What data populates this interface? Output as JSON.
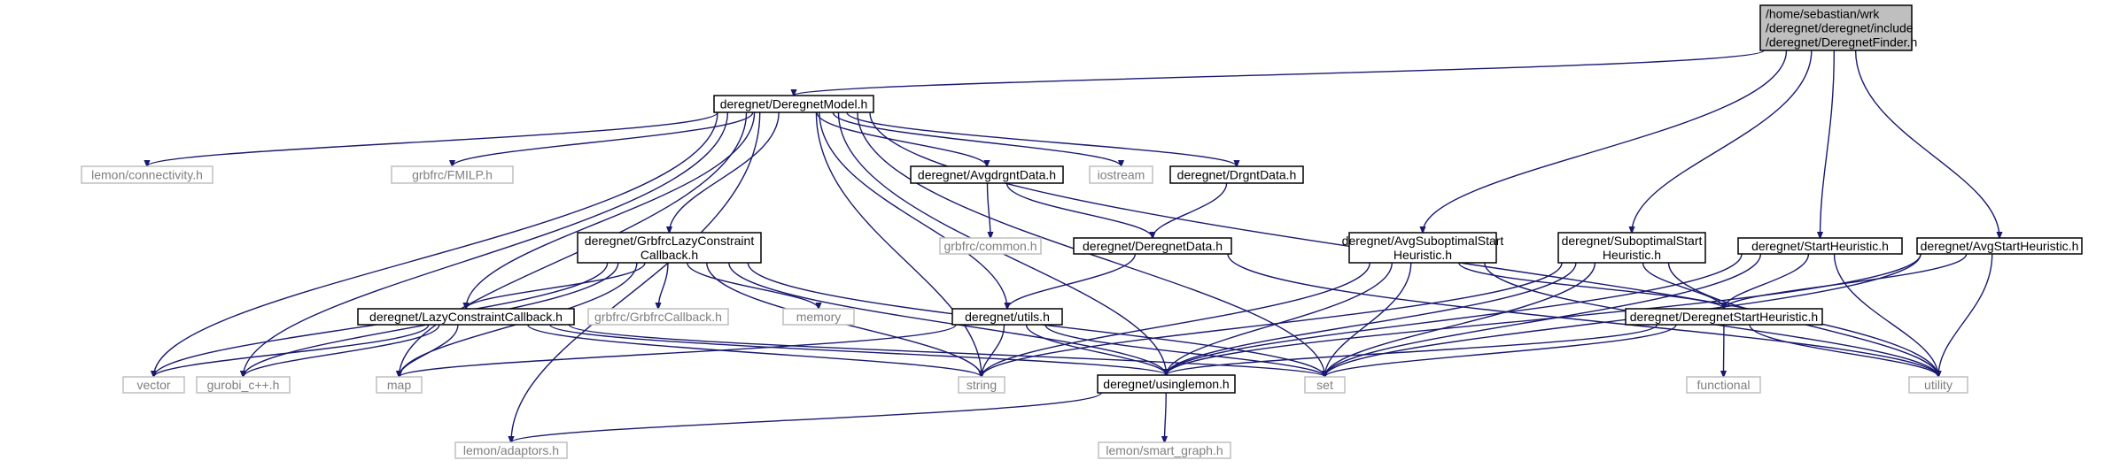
{
  "diagram": {
    "title": "",
    "nodes": [
      {
        "id": "finder",
        "kind": "root",
        "lines": [
          "/home/sebastian/wrk",
          "/deregnet/deregnet/include",
          "/deregnet/DeregnetFinder.h"
        ]
      },
      {
        "id": "model",
        "kind": "local",
        "lines": [
          "deregnet/DeregnetModel.h"
        ]
      },
      {
        "id": "connectivity",
        "kind": "system",
        "lines": [
          "lemon/connectivity.h"
        ]
      },
      {
        "id": "fmilp",
        "kind": "system",
        "lines": [
          "grbfrc/FMILP.h"
        ]
      },
      {
        "id": "avgdrgnt",
        "kind": "local",
        "lines": [
          "deregnet/AvgdrgntData.h"
        ]
      },
      {
        "id": "iostream",
        "kind": "system",
        "lines": [
          "iostream"
        ]
      },
      {
        "id": "drgntdata",
        "kind": "local",
        "lines": [
          "deregnet/DrgntData.h"
        ]
      },
      {
        "id": "grbfrclazy",
        "kind": "local",
        "lines": [
          "deregnet/GrbfrcLazyConstraint",
          "Callback.h"
        ]
      },
      {
        "id": "common",
        "kind": "system",
        "lines": [
          "grbfrc/common.h"
        ]
      },
      {
        "id": "deregnetdata",
        "kind": "local",
        "lines": [
          "deregnet/DeregnetData.h"
        ]
      },
      {
        "id": "avgsubopt",
        "kind": "local",
        "lines": [
          "deregnet/AvgSuboptimalStart",
          "Heuristic.h"
        ]
      },
      {
        "id": "subopt",
        "kind": "local",
        "lines": [
          "deregnet/SuboptimalStart",
          "Heuristic.h"
        ]
      },
      {
        "id": "startheur",
        "kind": "local",
        "lines": [
          "deregnet/StartHeuristic.h"
        ]
      },
      {
        "id": "avgstart",
        "kind": "local",
        "lines": [
          "deregnet/AvgStartHeuristic.h"
        ]
      },
      {
        "id": "lazy",
        "kind": "local",
        "lines": [
          "deregnet/LazyConstraintCallback.h"
        ]
      },
      {
        "id": "grbfrccb",
        "kind": "system",
        "lines": [
          "grbfrc/GrbfrcCallback.h"
        ]
      },
      {
        "id": "memory",
        "kind": "system",
        "lines": [
          "memory"
        ]
      },
      {
        "id": "utils",
        "kind": "local",
        "lines": [
          "deregnet/utils.h"
        ]
      },
      {
        "id": "dstart",
        "kind": "local",
        "lines": [
          "deregnet/DeregnetStartHeuristic.h"
        ]
      },
      {
        "id": "vector",
        "kind": "system",
        "lines": [
          "vector"
        ]
      },
      {
        "id": "gurobi",
        "kind": "system",
        "lines": [
          "gurobi_c++.h"
        ]
      },
      {
        "id": "map",
        "kind": "system",
        "lines": [
          "map"
        ]
      },
      {
        "id": "string",
        "kind": "system",
        "lines": [
          "string"
        ]
      },
      {
        "id": "usinglemon",
        "kind": "local",
        "lines": [
          "deregnet/usinglemon.h"
        ]
      },
      {
        "id": "set",
        "kind": "system",
        "lines": [
          "set"
        ]
      },
      {
        "id": "functional",
        "kind": "system",
        "lines": [
          "functional"
        ]
      },
      {
        "id": "utility",
        "kind": "system",
        "lines": [
          "utility"
        ]
      },
      {
        "id": "adaptors",
        "kind": "system",
        "lines": [
          "lemon/adaptors.h"
        ]
      },
      {
        "id": "smartgraph",
        "kind": "system",
        "lines": [
          "lemon/smart_graph.h"
        ]
      }
    ],
    "edges": [
      [
        "finder",
        "model"
      ],
      [
        "finder",
        "avgsubopt"
      ],
      [
        "finder",
        "subopt"
      ],
      [
        "finder",
        "startheur"
      ],
      [
        "finder",
        "avgstart"
      ],
      [
        "model",
        "connectivity"
      ],
      [
        "model",
        "fmilp"
      ],
      [
        "model",
        "avgdrgnt"
      ],
      [
        "model",
        "iostream"
      ],
      [
        "model",
        "drgntdata"
      ],
      [
        "model",
        "grbfrclazy"
      ],
      [
        "model",
        "lazy"
      ],
      [
        "model",
        "utils"
      ],
      [
        "model",
        "vector"
      ],
      [
        "model",
        "gurobi"
      ],
      [
        "model",
        "map"
      ],
      [
        "model",
        "string"
      ],
      [
        "model",
        "usinglemon"
      ],
      [
        "model",
        "set"
      ],
      [
        "model",
        "utility"
      ],
      [
        "model",
        "adaptors"
      ],
      [
        "avgdrgnt",
        "common"
      ],
      [
        "avgdrgnt",
        "deregnetdata"
      ],
      [
        "drgntdata",
        "deregnetdata"
      ],
      [
        "deregnetdata",
        "utils"
      ],
      [
        "deregnetdata",
        "utility"
      ],
      [
        "grbfrclazy",
        "lazy"
      ],
      [
        "grbfrclazy",
        "grbfrccb"
      ],
      [
        "grbfrclazy",
        "memory"
      ],
      [
        "grbfrclazy",
        "vector"
      ],
      [
        "grbfrclazy",
        "gurobi"
      ],
      [
        "grbfrclazy",
        "map"
      ],
      [
        "grbfrclazy",
        "string"
      ],
      [
        "grbfrclazy",
        "usinglemon"
      ],
      [
        "grbfrclazy",
        "set"
      ],
      [
        "lazy",
        "vector"
      ],
      [
        "lazy",
        "gurobi"
      ],
      [
        "lazy",
        "map"
      ],
      [
        "lazy",
        "string"
      ],
      [
        "lazy",
        "usinglemon"
      ],
      [
        "lazy",
        "set"
      ],
      [
        "utils",
        "map"
      ],
      [
        "utils",
        "string"
      ],
      [
        "utils",
        "usinglemon"
      ],
      [
        "utils",
        "set"
      ],
      [
        "avgsubopt",
        "dstart"
      ],
      [
        "avgsubopt",
        "string"
      ],
      [
        "avgsubopt",
        "usinglemon"
      ],
      [
        "avgsubopt",
        "set"
      ],
      [
        "avgsubopt",
        "utility"
      ],
      [
        "subopt",
        "dstart"
      ],
      [
        "subopt",
        "string"
      ],
      [
        "subopt",
        "usinglemon"
      ],
      [
        "subopt",
        "set"
      ],
      [
        "subopt",
        "utility"
      ],
      [
        "startheur",
        "dstart"
      ],
      [
        "startheur",
        "usinglemon"
      ],
      [
        "startheur",
        "set"
      ],
      [
        "startheur",
        "utility"
      ],
      [
        "avgstart",
        "dstart"
      ],
      [
        "avgstart",
        "usinglemon"
      ],
      [
        "avgstart",
        "set"
      ],
      [
        "avgstart",
        "utility"
      ],
      [
        "dstart",
        "usinglemon"
      ],
      [
        "dstart",
        "set"
      ],
      [
        "dstart",
        "functional"
      ],
      [
        "dstart",
        "utility"
      ],
      [
        "usinglemon",
        "adaptors"
      ],
      [
        "usinglemon",
        "smartgraph"
      ]
    ]
  },
  "colors": {
    "edge": "#191970",
    "root_fill": "#bfbfbf",
    "local_border": "#000000",
    "system_border": "#bfbfbf",
    "system_text": "#7f7f7f"
  }
}
